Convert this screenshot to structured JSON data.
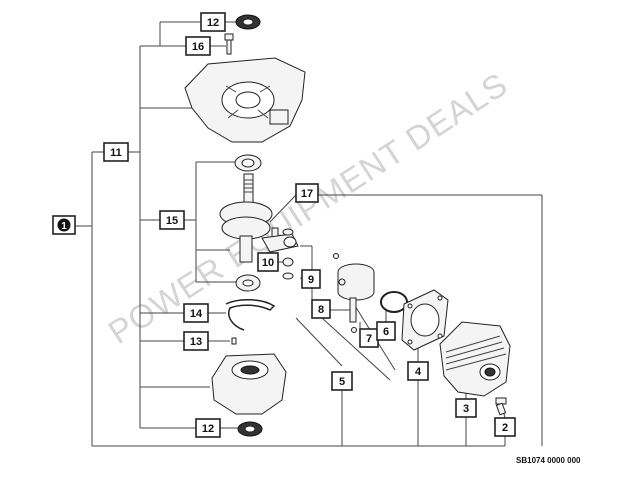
{
  "assembly_label": "1",
  "callouts": {
    "c12_top": "12",
    "c16": "16",
    "c11": "11",
    "c17": "17",
    "c15": "15",
    "c10": "10",
    "c9": "9",
    "c8": "8",
    "c14": "14",
    "c7": "7",
    "c6": "6",
    "c13": "13",
    "c4": "4",
    "c5": "5",
    "c3": "3",
    "c2": "2",
    "c12_bottom": "12"
  },
  "watermark": "POWER EQUIPMENT DEALS",
  "diagram_code": "SB1074 0000 000"
}
